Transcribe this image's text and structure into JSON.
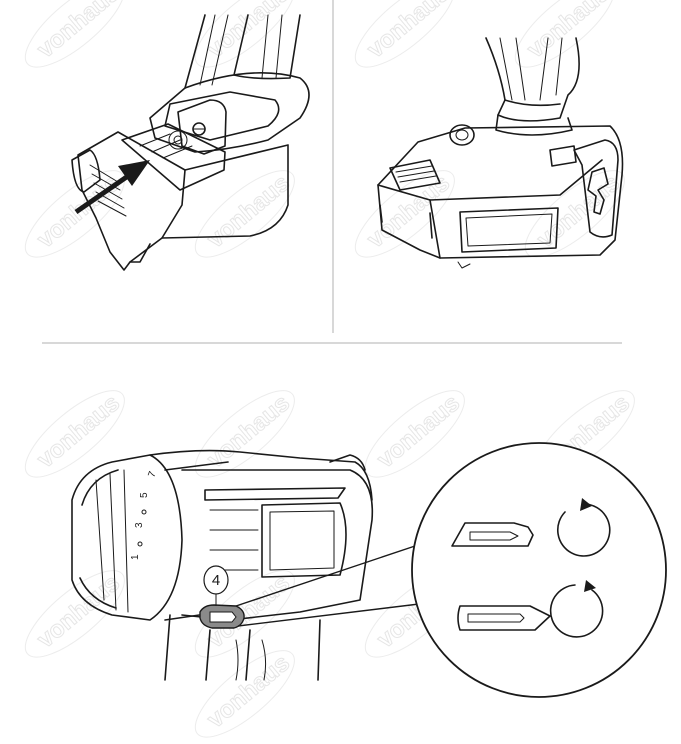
{
  "watermark": {
    "text": "vonhaus"
  },
  "callout": {
    "number": "4"
  },
  "torque_scale": [
    "1",
    "3",
    "5",
    "7"
  ],
  "icons": {
    "forward_rotation": "clockwise-arrow-icon",
    "reverse_rotation": "counterclockwise-arrow-icon",
    "insert_arrow": "arrow-icon"
  },
  "colors": {
    "line": "#1a1a1a",
    "divider": "#b0b0b0",
    "switch_fill": "#8a8a8a",
    "watermark": "#e6e6e6"
  }
}
